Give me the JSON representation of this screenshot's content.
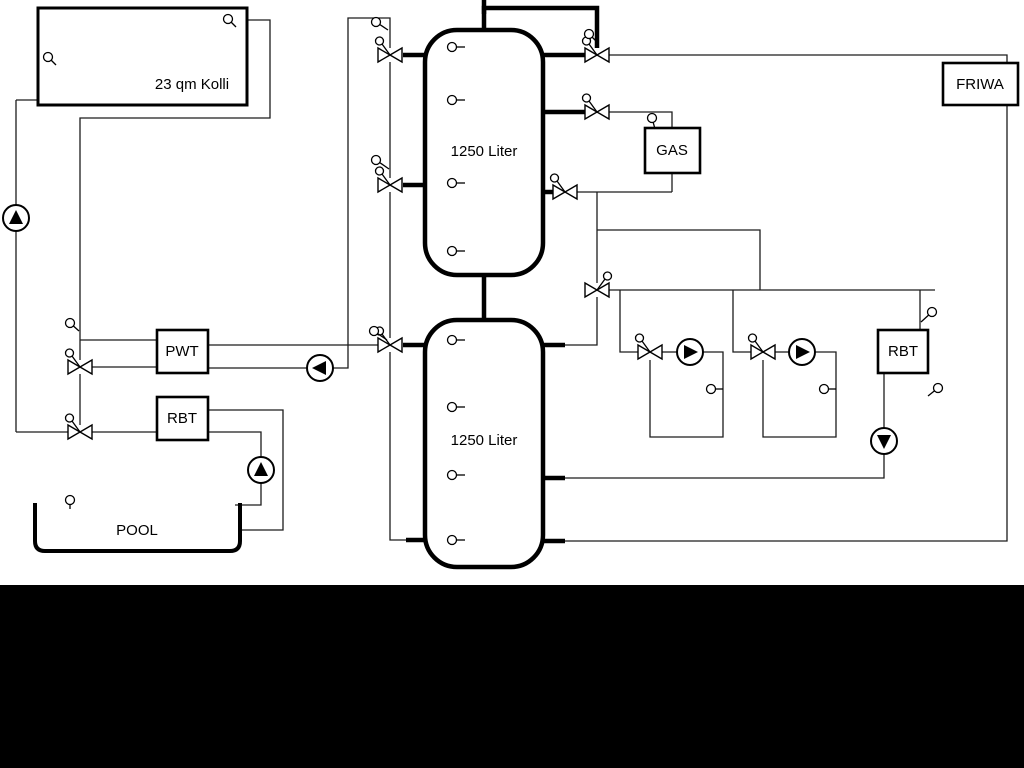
{
  "labels": {
    "collector": "23 qm Kolli",
    "tank_top": "1250 Liter",
    "tank_bottom": "1250 Liter",
    "gas": "GAS",
    "friwa": "FRIWA",
    "pwt": "PWT",
    "rbt_left": "RBT",
    "rbt_right": "RBT",
    "pool": "POOL"
  },
  "colors": {
    "background": "#ffffff",
    "line": "#000000",
    "bottom_bar": "#000000"
  }
}
